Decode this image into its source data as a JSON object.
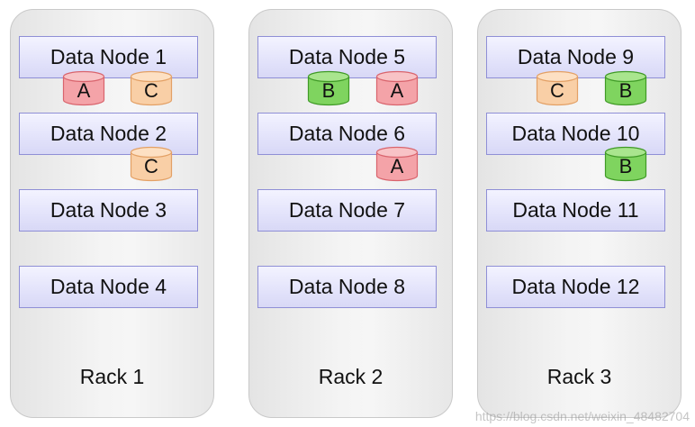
{
  "racks": [
    {
      "label": "Rack 1",
      "nodes": [
        {
          "name": "Data Node 1",
          "blocks": [
            "A",
            "C"
          ]
        },
        {
          "name": "Data Node 2",
          "blocks": [
            "C"
          ]
        },
        {
          "name": "Data Node 3",
          "blocks": []
        },
        {
          "name": "Data Node 4",
          "blocks": []
        }
      ]
    },
    {
      "label": "Rack 2",
      "nodes": [
        {
          "name": "Data Node 5",
          "blocks": [
            "B",
            "A"
          ]
        },
        {
          "name": "Data Node 6",
          "blocks": [
            "A"
          ]
        },
        {
          "name": "Data Node 7",
          "blocks": []
        },
        {
          "name": "Data Node 8",
          "blocks": []
        }
      ]
    },
    {
      "label": "Rack 3",
      "nodes": [
        {
          "name": "Data Node 9",
          "blocks": [
            "C",
            "B"
          ]
        },
        {
          "name": "Data Node 10",
          "blocks": [
            "B"
          ]
        },
        {
          "name": "Data Node 11",
          "blocks": []
        },
        {
          "name": "Data Node 12",
          "blocks": []
        }
      ]
    }
  ],
  "block_colors": {
    "A": {
      "fill": "#f4a3a8",
      "top": "#f8c3c6",
      "stroke": "#d9646d"
    },
    "B": {
      "fill": "#7fd45f",
      "top": "#a9e58e",
      "stroke": "#3f9a26"
    },
    "C": {
      "fill": "#f9cfa6",
      "top": "#fde0c3",
      "stroke": "#e3a065"
    }
  },
  "watermark": "https://blog.csdn.net/weixin_48482704"
}
